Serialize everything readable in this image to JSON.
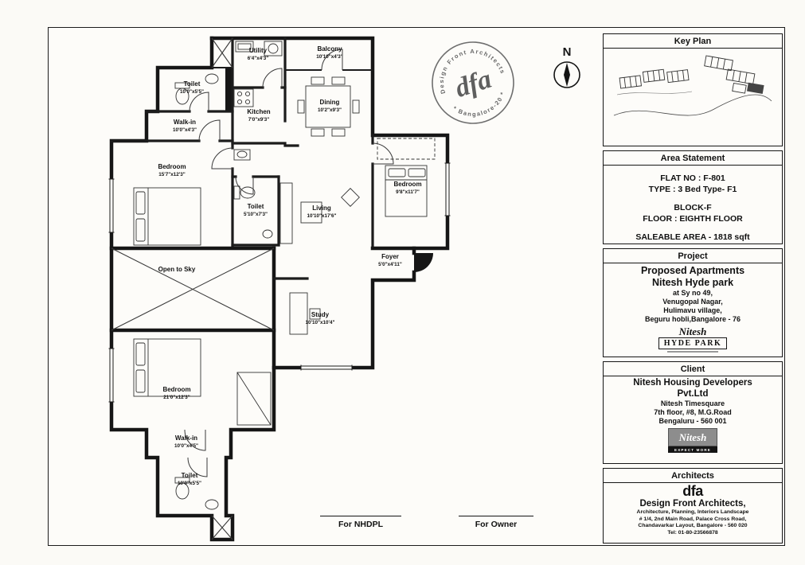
{
  "page": {
    "signature_left": "For NHDPL",
    "signature_right": "For Owner",
    "north_label": "N"
  },
  "stamp": {
    "top_text": "Design Front Architects",
    "bottom_text": "* Bangalore-20 *",
    "center_text": "dfa"
  },
  "rooms": [
    {
      "name": "Utility",
      "dims": "6'4\"x4'3\""
    },
    {
      "name": "Balcony",
      "dims": "10'10\"x4'3\""
    },
    {
      "name": "Toilet",
      "dims": "10'0\"x5'5\""
    },
    {
      "name": "Kitchen",
      "dims": "7'0\"x9'3\""
    },
    {
      "name": "Dining",
      "dims": "10'2\"x9'3\""
    },
    {
      "name": "Walk-in",
      "dims": "10'0\"x4'3\""
    },
    {
      "name": "Bedroom",
      "dims": "15'7\"x12'3\""
    },
    {
      "name": "Toilet",
      "dims": "5'10\"x7'3\""
    },
    {
      "name": "Living",
      "dims": "10'10\"x17'6\""
    },
    {
      "name": "Bedroom",
      "dims": "9'8\"x11'7\""
    },
    {
      "name": "Foyer",
      "dims": "5'0\"x4'11\""
    },
    {
      "name": "Open to Sky"
    },
    {
      "name": "Study",
      "dims": "10'10\"x10'4\""
    },
    {
      "name": "Bedroom",
      "dims": "21'0\"x12'3\""
    },
    {
      "name": "Walk-in",
      "dims": "10'0\"x4'5\""
    },
    {
      "name": "Toilet",
      "dims": "10'0\"x5'5\""
    }
  ],
  "key_plan": {
    "title": "Key Plan"
  },
  "area_statement": {
    "title": "Area Statement",
    "flat_no": "FLAT NO : F-801",
    "type": "TYPE : 3 Bed Type- F1",
    "block": "BLOCK-F",
    "floor": "FLOOR : EIGHTH FLOOR",
    "saleable": "SALEABLE AREA - 1818 sqft"
  },
  "project": {
    "title": "Project",
    "line1": "Proposed Apartments",
    "line2": "Nitesh Hyde park",
    "line3": "at Sy no 49,",
    "line4": "Venugopal Nagar,",
    "line5": "Hulimavu village,",
    "line6": "Beguru hobli,Bangalore - 76",
    "logo_top": "Nitesh",
    "logo_bottom": "HYDE PARK"
  },
  "client": {
    "title": "Client",
    "line1": "Nitesh Housing Developers",
    "line2": "Pvt.Ltd",
    "line3": "Nitesh Timesquare",
    "line4": "7th floor, #8, M.G.Road",
    "line5": "Bengaluru - 560 001",
    "logo": "Nitesh",
    "logo_sub": "EXPECT MORE"
  },
  "architects": {
    "title": "Architects",
    "logo": "dfa",
    "line1": "Design Front Architects,",
    "line2": "Architecture, Planning, Interiors Landscape",
    "line3": "# 1/4, 2nd Main Road, Palace Cross Road,",
    "line4": "Chandavarkar Layout, Bangalore - 560 020",
    "line5": "Tel: 01-80-23566878"
  }
}
